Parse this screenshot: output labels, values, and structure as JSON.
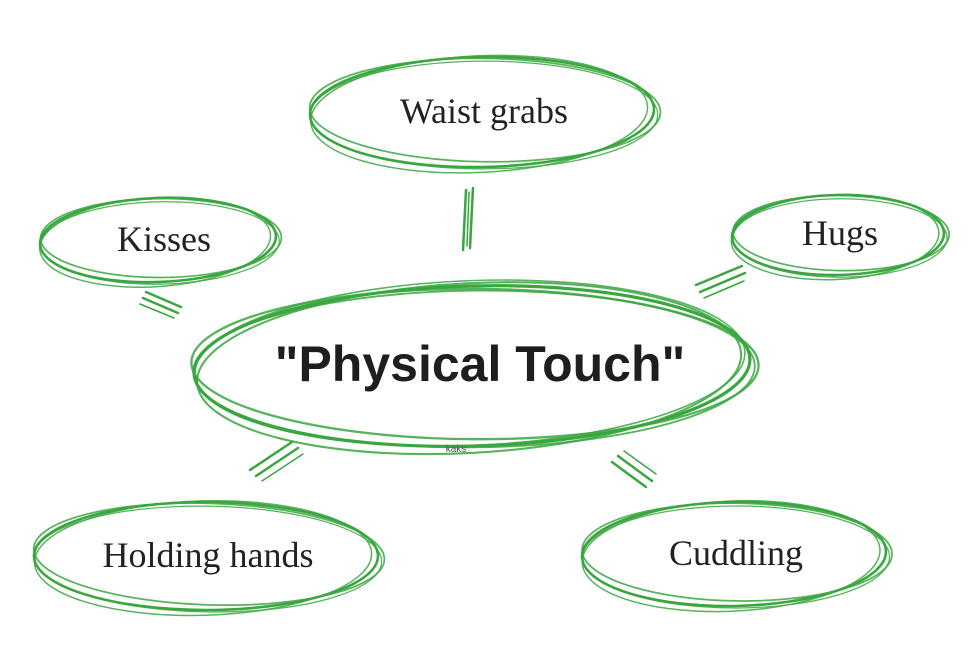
{
  "colors": {
    "stroke": "#3aa63f",
    "text": "#222222",
    "background": "#ffffff"
  },
  "center": {
    "label": "\"Physical Touch\"",
    "small_text": "kaks"
  },
  "nodes": {
    "waist_grabs": "Waist grabs",
    "kisses": "Kisses",
    "hugs": "Hugs",
    "holding_hands": "Holding hands",
    "cuddling": "Cuddling"
  }
}
